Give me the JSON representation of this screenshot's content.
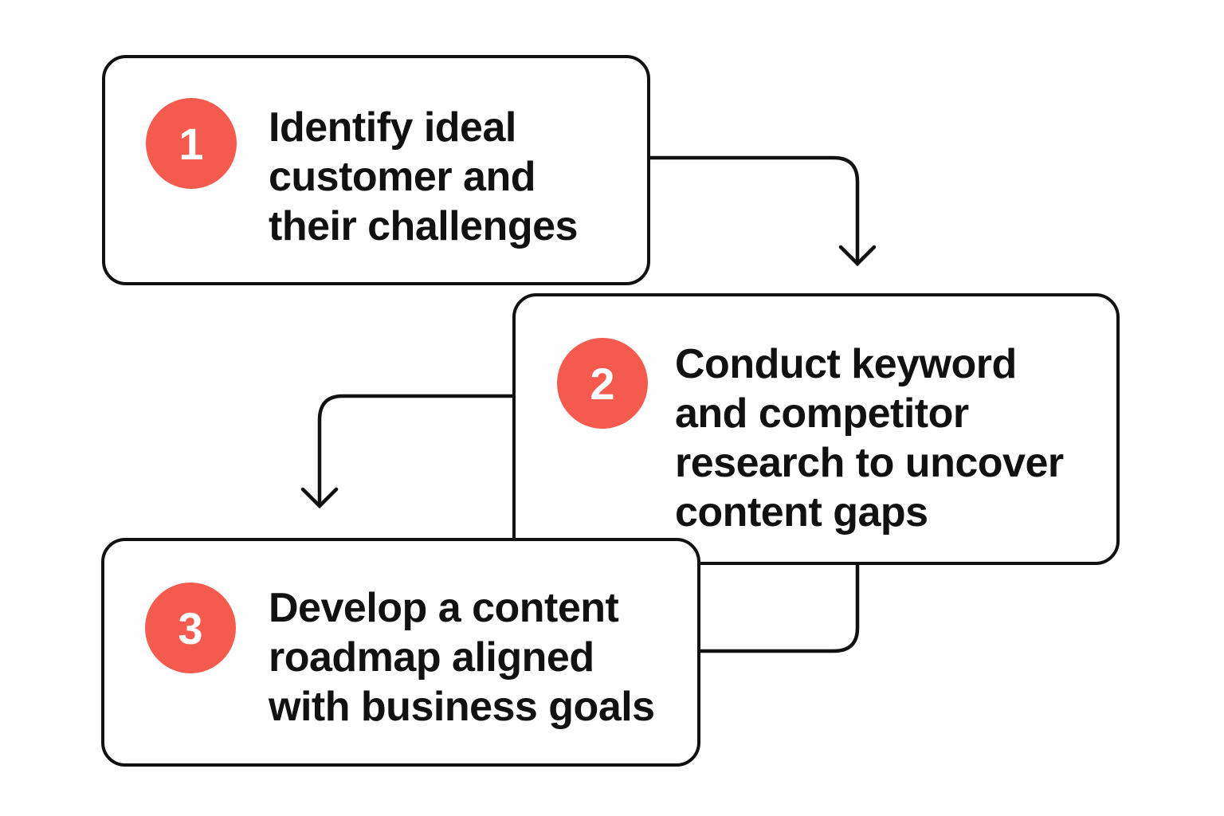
{
  "diagram": {
    "type": "process-flow",
    "accent_color": "#F45B4E",
    "stroke_color": "#111111",
    "steps": [
      {
        "number": "1",
        "lines": [
          "Identify ideal",
          "customer and",
          "their challenges"
        ]
      },
      {
        "number": "2",
        "lines": [
          "Conduct keyword",
          "and competitor",
          "research to uncover",
          "content gaps"
        ]
      },
      {
        "number": "3",
        "lines": [
          "Develop a content",
          "roadmap aligned",
          "with business goals"
        ]
      }
    ],
    "connectors": [
      {
        "from": "1",
        "to": "2",
        "style": "arrow"
      },
      {
        "from": "2",
        "to": "3",
        "style": "arrow"
      },
      {
        "from": "2",
        "to": "3",
        "style": "line"
      }
    ]
  }
}
